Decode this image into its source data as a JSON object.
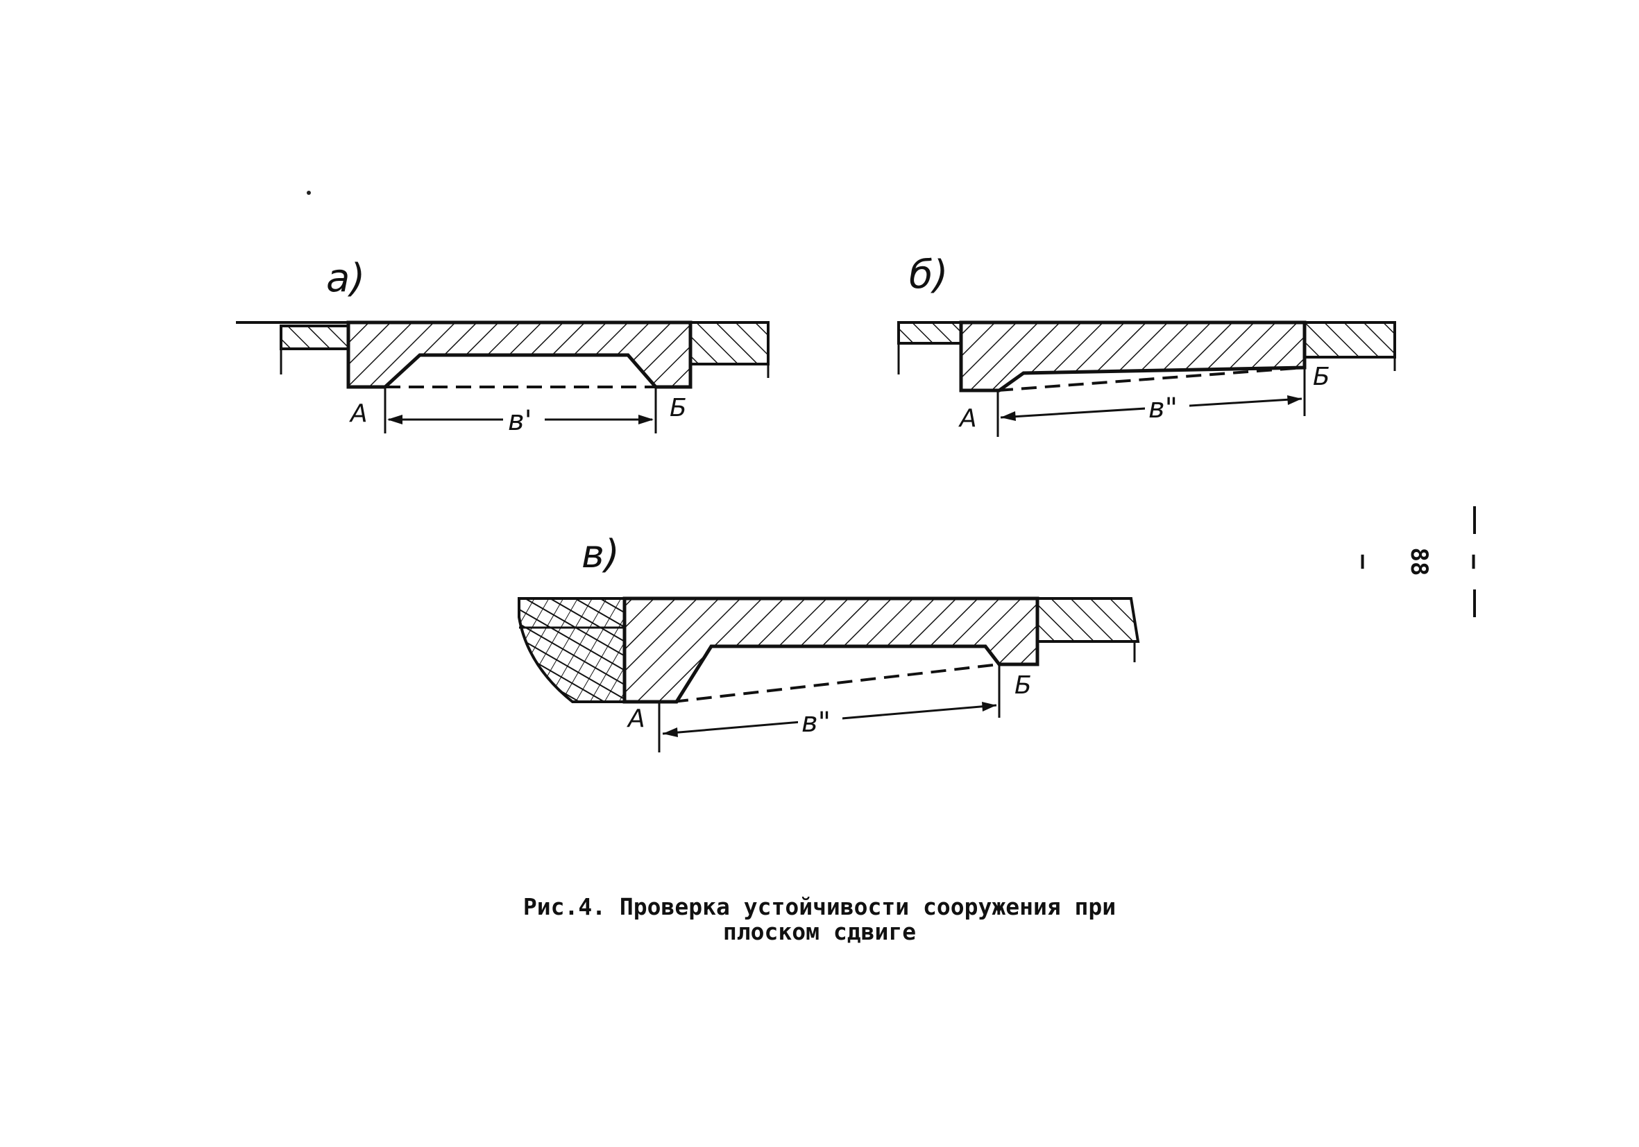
{
  "figure": {
    "panels": [
      {
        "id": "a",
        "label": "а)",
        "point_left": "А",
        "point_right": "Б",
        "width_label": "в'"
      },
      {
        "id": "b",
        "label": "б)",
        "point_left": "А",
        "point_right": "Б",
        "width_label": "в\""
      },
      {
        "id": "c",
        "label": "в)",
        "point_left": "А",
        "point_right": "Б",
        "width_label": "в\""
      }
    ],
    "caption_line1": "Рис.4. Проверка устойчивости сооружения при",
    "caption_line2": "плоском сдвиге",
    "page_number": "— 88 —"
  }
}
